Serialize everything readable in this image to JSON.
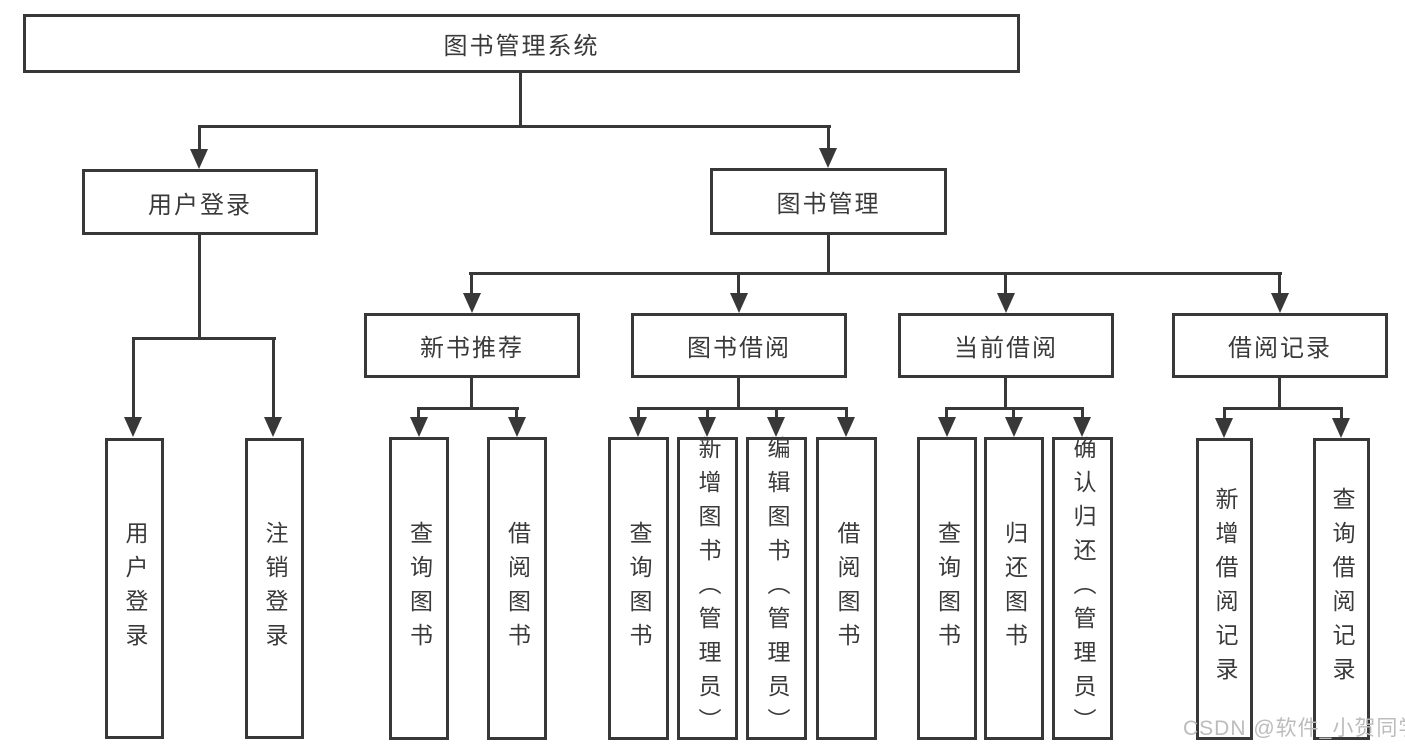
{
  "colors": {
    "line": "#383838",
    "text": "#3a3a3a",
    "background": "#ffffff",
    "watermark_text": "#bcbcbc"
  },
  "root": {
    "label": "图书管理系统"
  },
  "branches": {
    "user_login": {
      "label": "用户登录",
      "children": [
        {
          "label": "用户登录"
        },
        {
          "label": "注销登录"
        }
      ]
    },
    "book_management": {
      "label": "图书管理",
      "sections": [
        {
          "label": "新书推荐",
          "children": [
            {
              "label": "查询图书"
            },
            {
              "label": "借阅图书"
            }
          ]
        },
        {
          "label": "图书借阅",
          "children": [
            {
              "label": "查询图书"
            },
            {
              "label": "新增图书（管理员）"
            },
            {
              "label": "编辑图书（管理员）"
            },
            {
              "label": "借阅图书"
            }
          ]
        },
        {
          "label": "当前借阅",
          "children": [
            {
              "label": "查询图书"
            },
            {
              "label": "归还图书"
            },
            {
              "label": "确认归还（管理员）"
            }
          ]
        },
        {
          "label": "借阅记录",
          "children": [
            {
              "label": "新增借阅记录"
            },
            {
              "label": "查询借阅记录"
            }
          ]
        }
      ]
    }
  },
  "watermark": "CSDN @软件_小贺同学"
}
